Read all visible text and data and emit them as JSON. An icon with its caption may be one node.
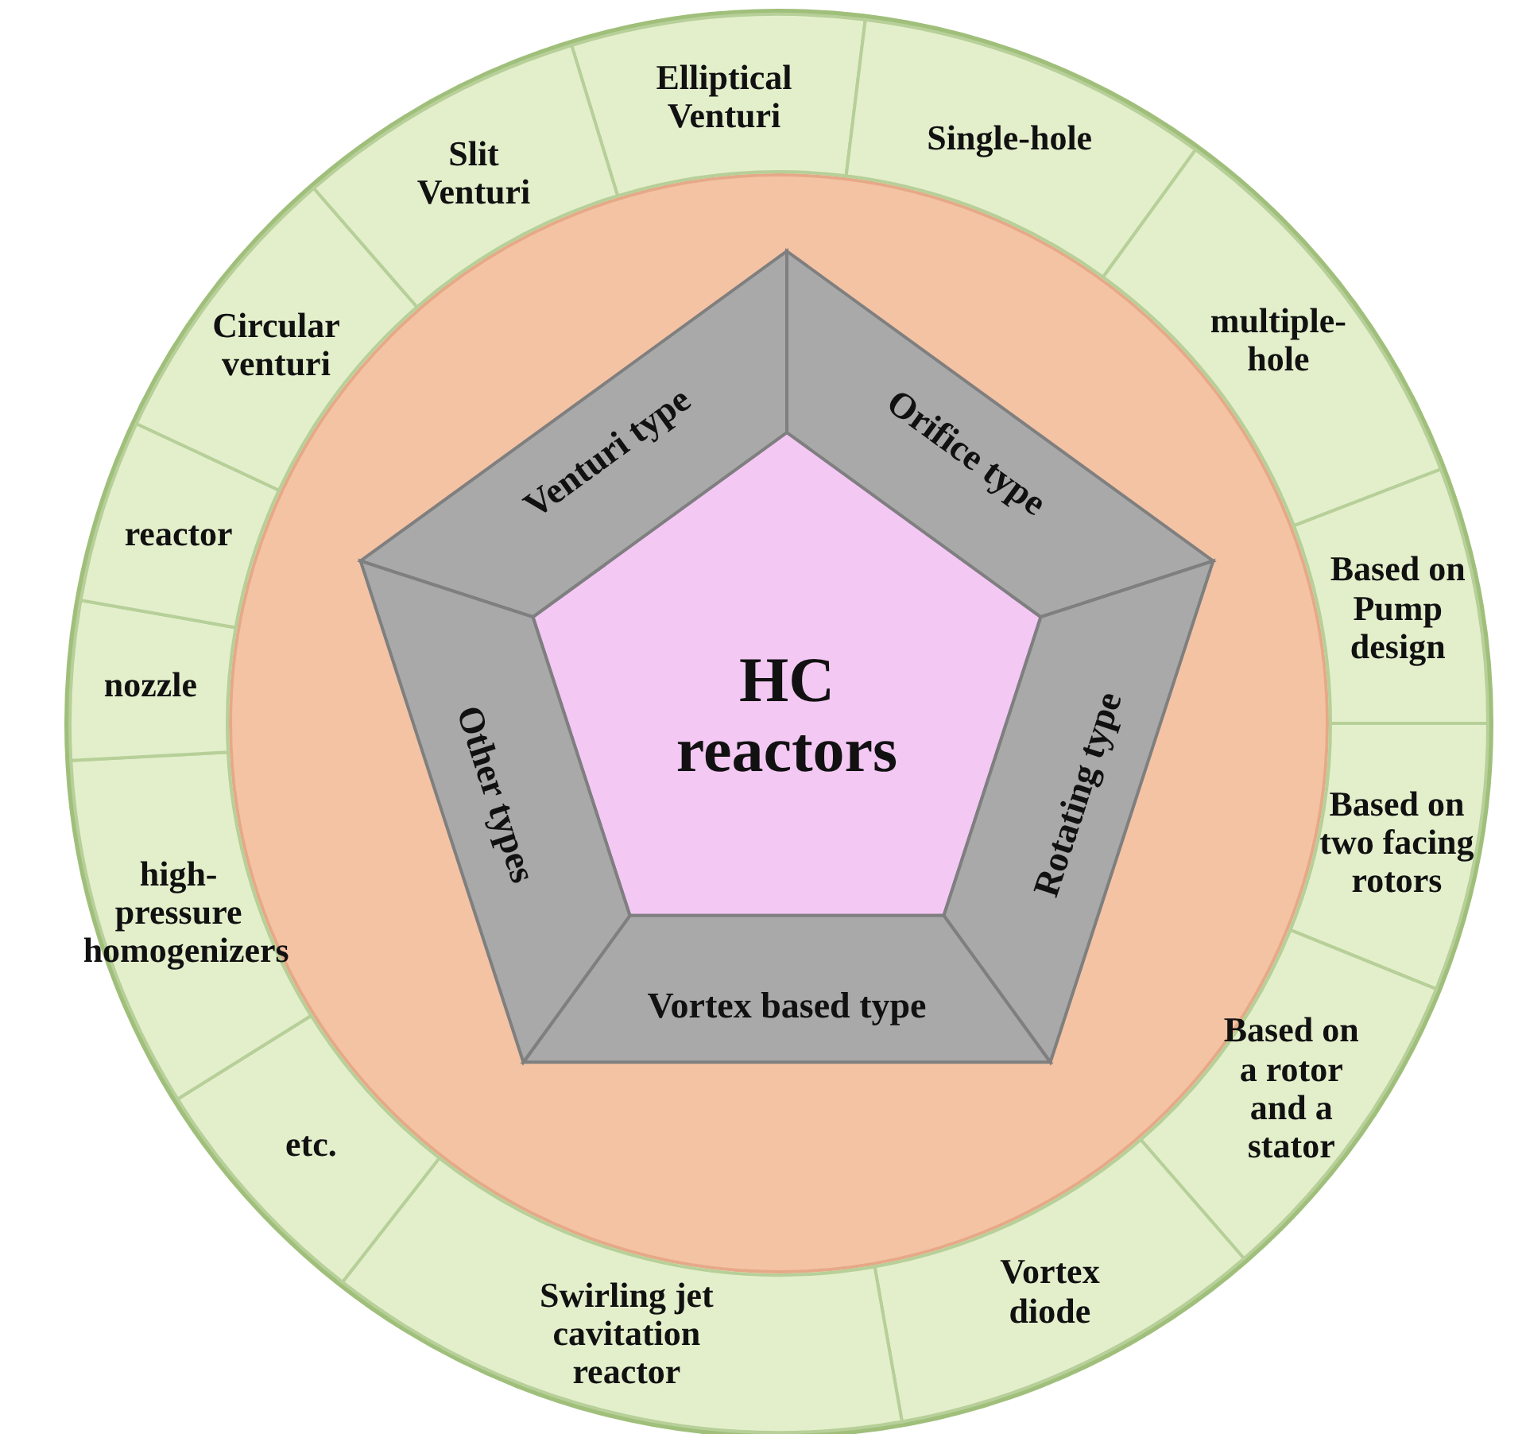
{
  "diagram": {
    "nodes": [
      {
        "text": [
          "HC reactors"
        ]
      },
      {
        "text": [
          "Venturi type"
        ]
      },
      {
        "text": [
          "Orifice type"
        ]
      },
      {
        "text": [
          "Rotating type"
        ]
      },
      {
        "text": [
          "Vortex based type"
        ]
      },
      {
        "text": [
          "Other types"
        ]
      },
      {
        "text": [
          "Elliptical Venturi"
        ]
      },
      {
        "text": [
          "Single-hole"
        ]
      },
      {
        "text": [
          "multiple-hole"
        ]
      },
      {
        "text": [
          "Based on Pump design"
        ]
      },
      {
        "text": [
          "Based on two facing rotors"
        ]
      },
      {
        "text": [
          "Based on a rotor and a stator"
        ]
      },
      {
        "text": [
          "Vortex diode"
        ]
      },
      {
        "text": [
          "Swirling jet cavitation reactor"
        ]
      },
      {
        "text": [
          "etc."
        ]
      },
      {
        "text": [
          "high-pressure homogenizers"
        ]
      },
      {
        "text": [
          "nozzle"
        ]
      },
      {
        "text": [
          "reactor"
        ]
      },
      {
        "text": [
          "Circular venturi"
        ]
      },
      {
        "text": [
          "Slit Venturi"
        ]
      }
    ]
  }
}
